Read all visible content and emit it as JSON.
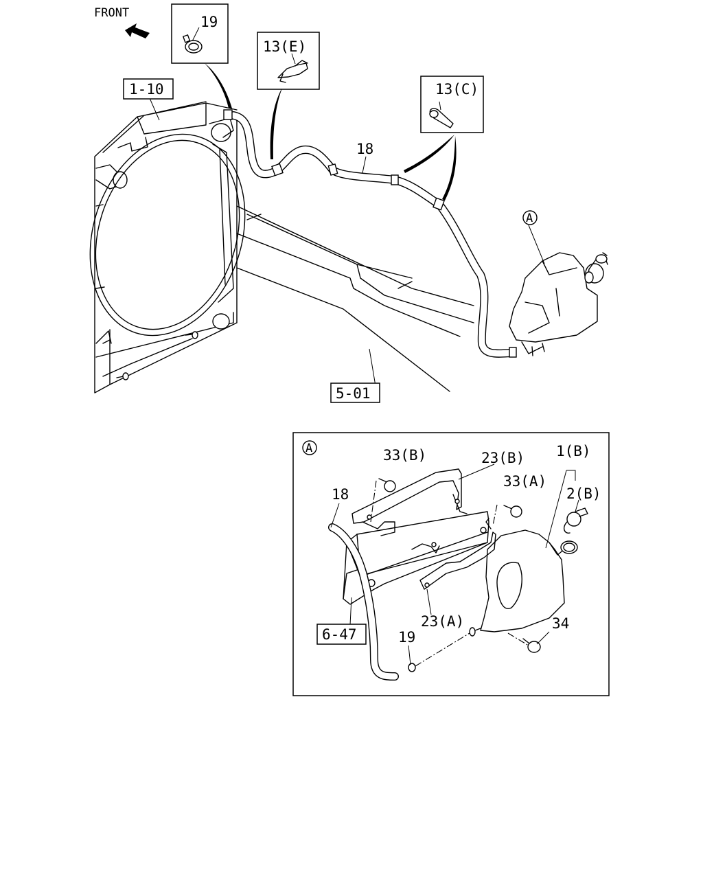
{
  "front_label": "FRONT",
  "callouts": {
    "radiator_ref": "1-10",
    "frame_ref": "5-01",
    "bracket_ref": "6-47",
    "clip_19_top": "19",
    "clip_13e": "13(E)",
    "clip_13c": "13(C)",
    "hose_18_top": "18",
    "view_a_marker": "A",
    "detail_a_marker": "A",
    "bolt_33b": "33(B)",
    "bracket_23b": "23(B)",
    "bolt_33a": "33(A)",
    "tank_1b": "1(B)",
    "cap_2b": "2(B)",
    "hose_18_detail": "18",
    "bracket_23a": "23(A)",
    "clip_19_detail": "19",
    "bolt_34": "34"
  }
}
